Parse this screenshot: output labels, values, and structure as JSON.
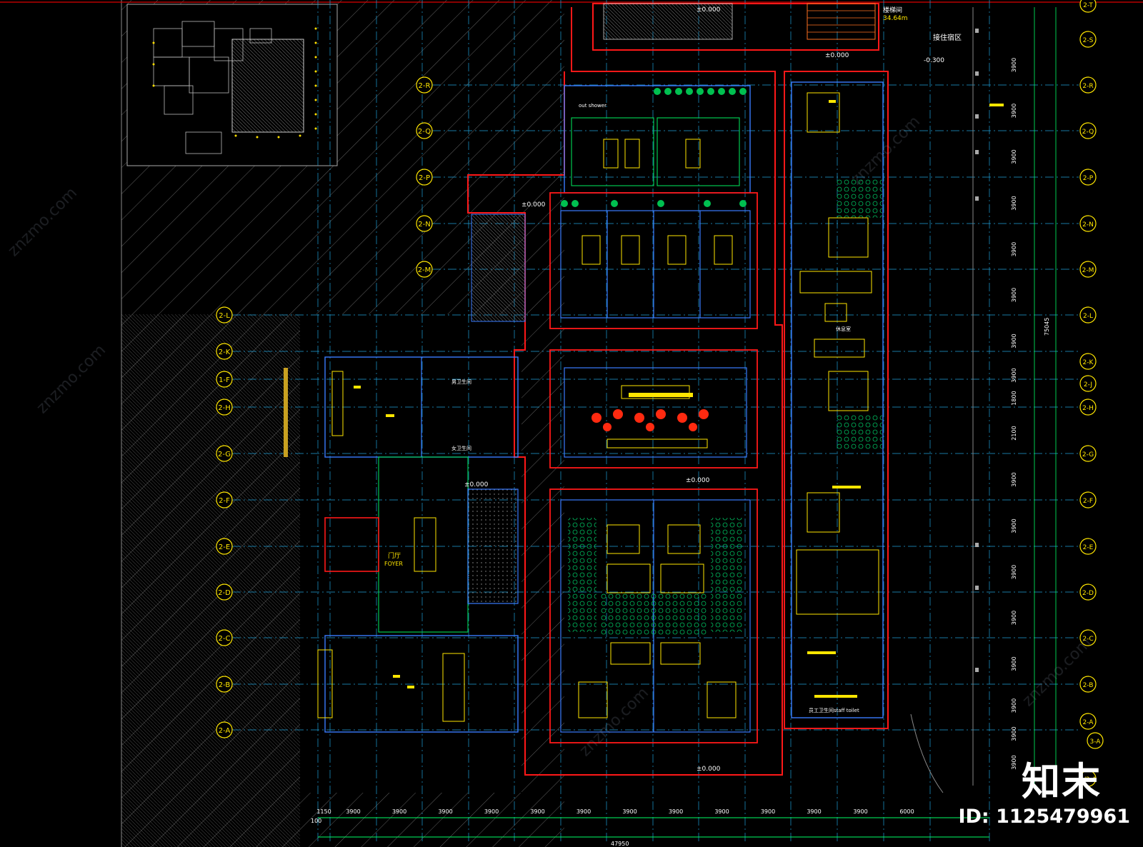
{
  "drawing": {
    "left_grid_labels": [
      "2-R",
      "2-Q",
      "2-P",
      "2-N",
      "2-M",
      "2-L",
      "2-K",
      "1-F",
      "2-H",
      "2-G",
      "2-F",
      "2-E",
      "2-D",
      "2-C",
      "2-B",
      "2-A"
    ],
    "right_grid_labels": [
      "2-T",
      "2-S",
      "2-R",
      "2-Q",
      "2-P",
      "2-N",
      "2-M",
      "2-L",
      "2-K",
      "2-J",
      "2-H",
      "2-G",
      "2-F",
      "2-E",
      "2-D",
      "2-C",
      "2-B",
      "2-A",
      "3-A",
      "1/2-A"
    ],
    "right_dimensions": [
      "3900",
      "3900",
      "3900",
      "3900",
      "3900",
      "3900",
      "3900",
      "3900",
      "1800",
      "2100",
      "3900",
      "3900",
      "3900",
      "3900",
      "3900",
      "3900",
      "3900",
      "3900"
    ],
    "right_total": "75045",
    "bottom_dimensions": [
      "1150",
      "3900",
      "3900",
      "3900",
      "3900",
      "3900",
      "3900",
      "3900",
      "3900",
      "3900",
      "3900",
      "3900",
      "3900",
      "6000"
    ],
    "bottom_total": "47950",
    "bottom_offset": "100",
    "labels": {
      "stair_height": "34.64m",
      "stair_label": "楼梯间",
      "staff_entry": "接住宿区",
      "level_000": "±0.000",
      "level_neg": "-0.300",
      "foyer_cn": "门厅",
      "foyer_en": "FOYER",
      "staff_toilet": "员工卫生间staff toilet",
      "male": "男卫生间",
      "female": "女卫生间",
      "lounge": "休息室",
      "out_shower": "out shower"
    }
  },
  "watermark": {
    "logo": "知末",
    "id": "ID: 1125479961",
    "site": "znzmo.com"
  },
  "colors": {
    "background": "#000000",
    "grid": "#00c8ff",
    "walls": "#ff1a1a",
    "furniture": "#ffff00",
    "plants": "#00c800",
    "axis_bubble": "#ffff00",
    "dim": "#00ff66"
  }
}
